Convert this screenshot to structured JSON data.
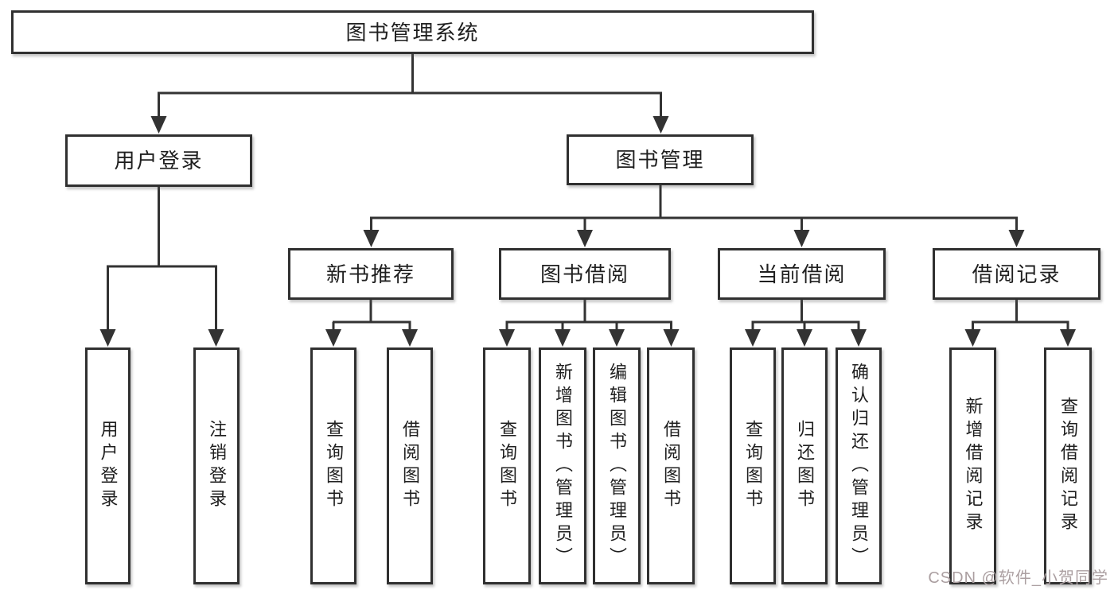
{
  "diagram": {
    "root": {
      "label": "图书管理系统"
    },
    "level1": [
      {
        "label": "用户登录"
      },
      {
        "label": "图书管理"
      }
    ],
    "level2": [
      {
        "label": "新书推荐"
      },
      {
        "label": "图书借阅"
      },
      {
        "label": "当前借阅"
      },
      {
        "label": "借阅记录"
      }
    ],
    "leaves": {
      "user": [
        {
          "label": "用户登录"
        },
        {
          "label": "注销登录"
        }
      ],
      "recommend": [
        {
          "label": "查询图书"
        },
        {
          "label": "借阅图书"
        }
      ],
      "borrow": [
        {
          "label": "查询图书"
        },
        {
          "label": "新增图书（管理员）"
        },
        {
          "label": "编辑图书（管理员）"
        },
        {
          "label": "借阅图书"
        }
      ],
      "current": [
        {
          "label": "查询图书"
        },
        {
          "label": "归还图书"
        },
        {
          "label": "确认归还（管理员）"
        }
      ],
      "records": [
        {
          "label": "新增借阅记录"
        },
        {
          "label": "查询借阅记录"
        }
      ]
    }
  },
  "watermark": {
    "text": "CSDN @软件_小贺同学"
  },
  "colors": {
    "line": "#333333",
    "box_border": "#303030",
    "text": "#1f1f1f",
    "background": "#ffffff",
    "watermark_text": "#ab9fa1"
  }
}
